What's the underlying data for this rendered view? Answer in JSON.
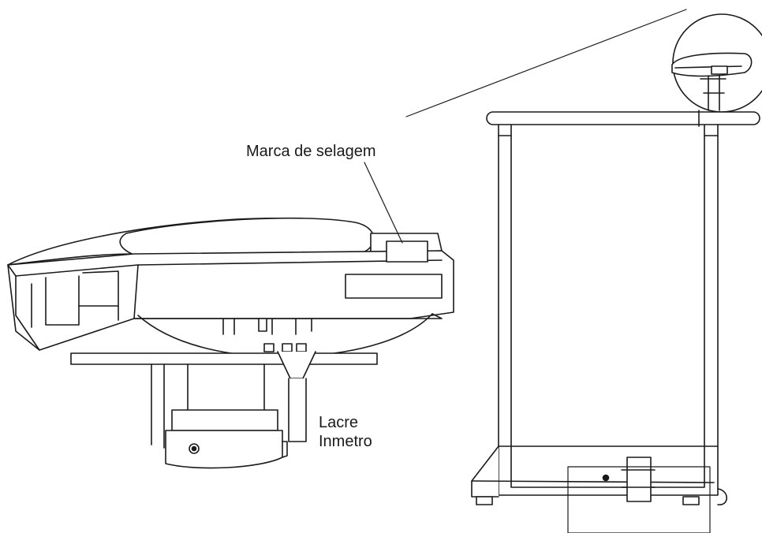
{
  "labels": {
    "sealing_mark": "Marca de selagem",
    "inmetro_seal_line1": "Lacre",
    "inmetro_seal_line2": "Inmetro"
  }
}
